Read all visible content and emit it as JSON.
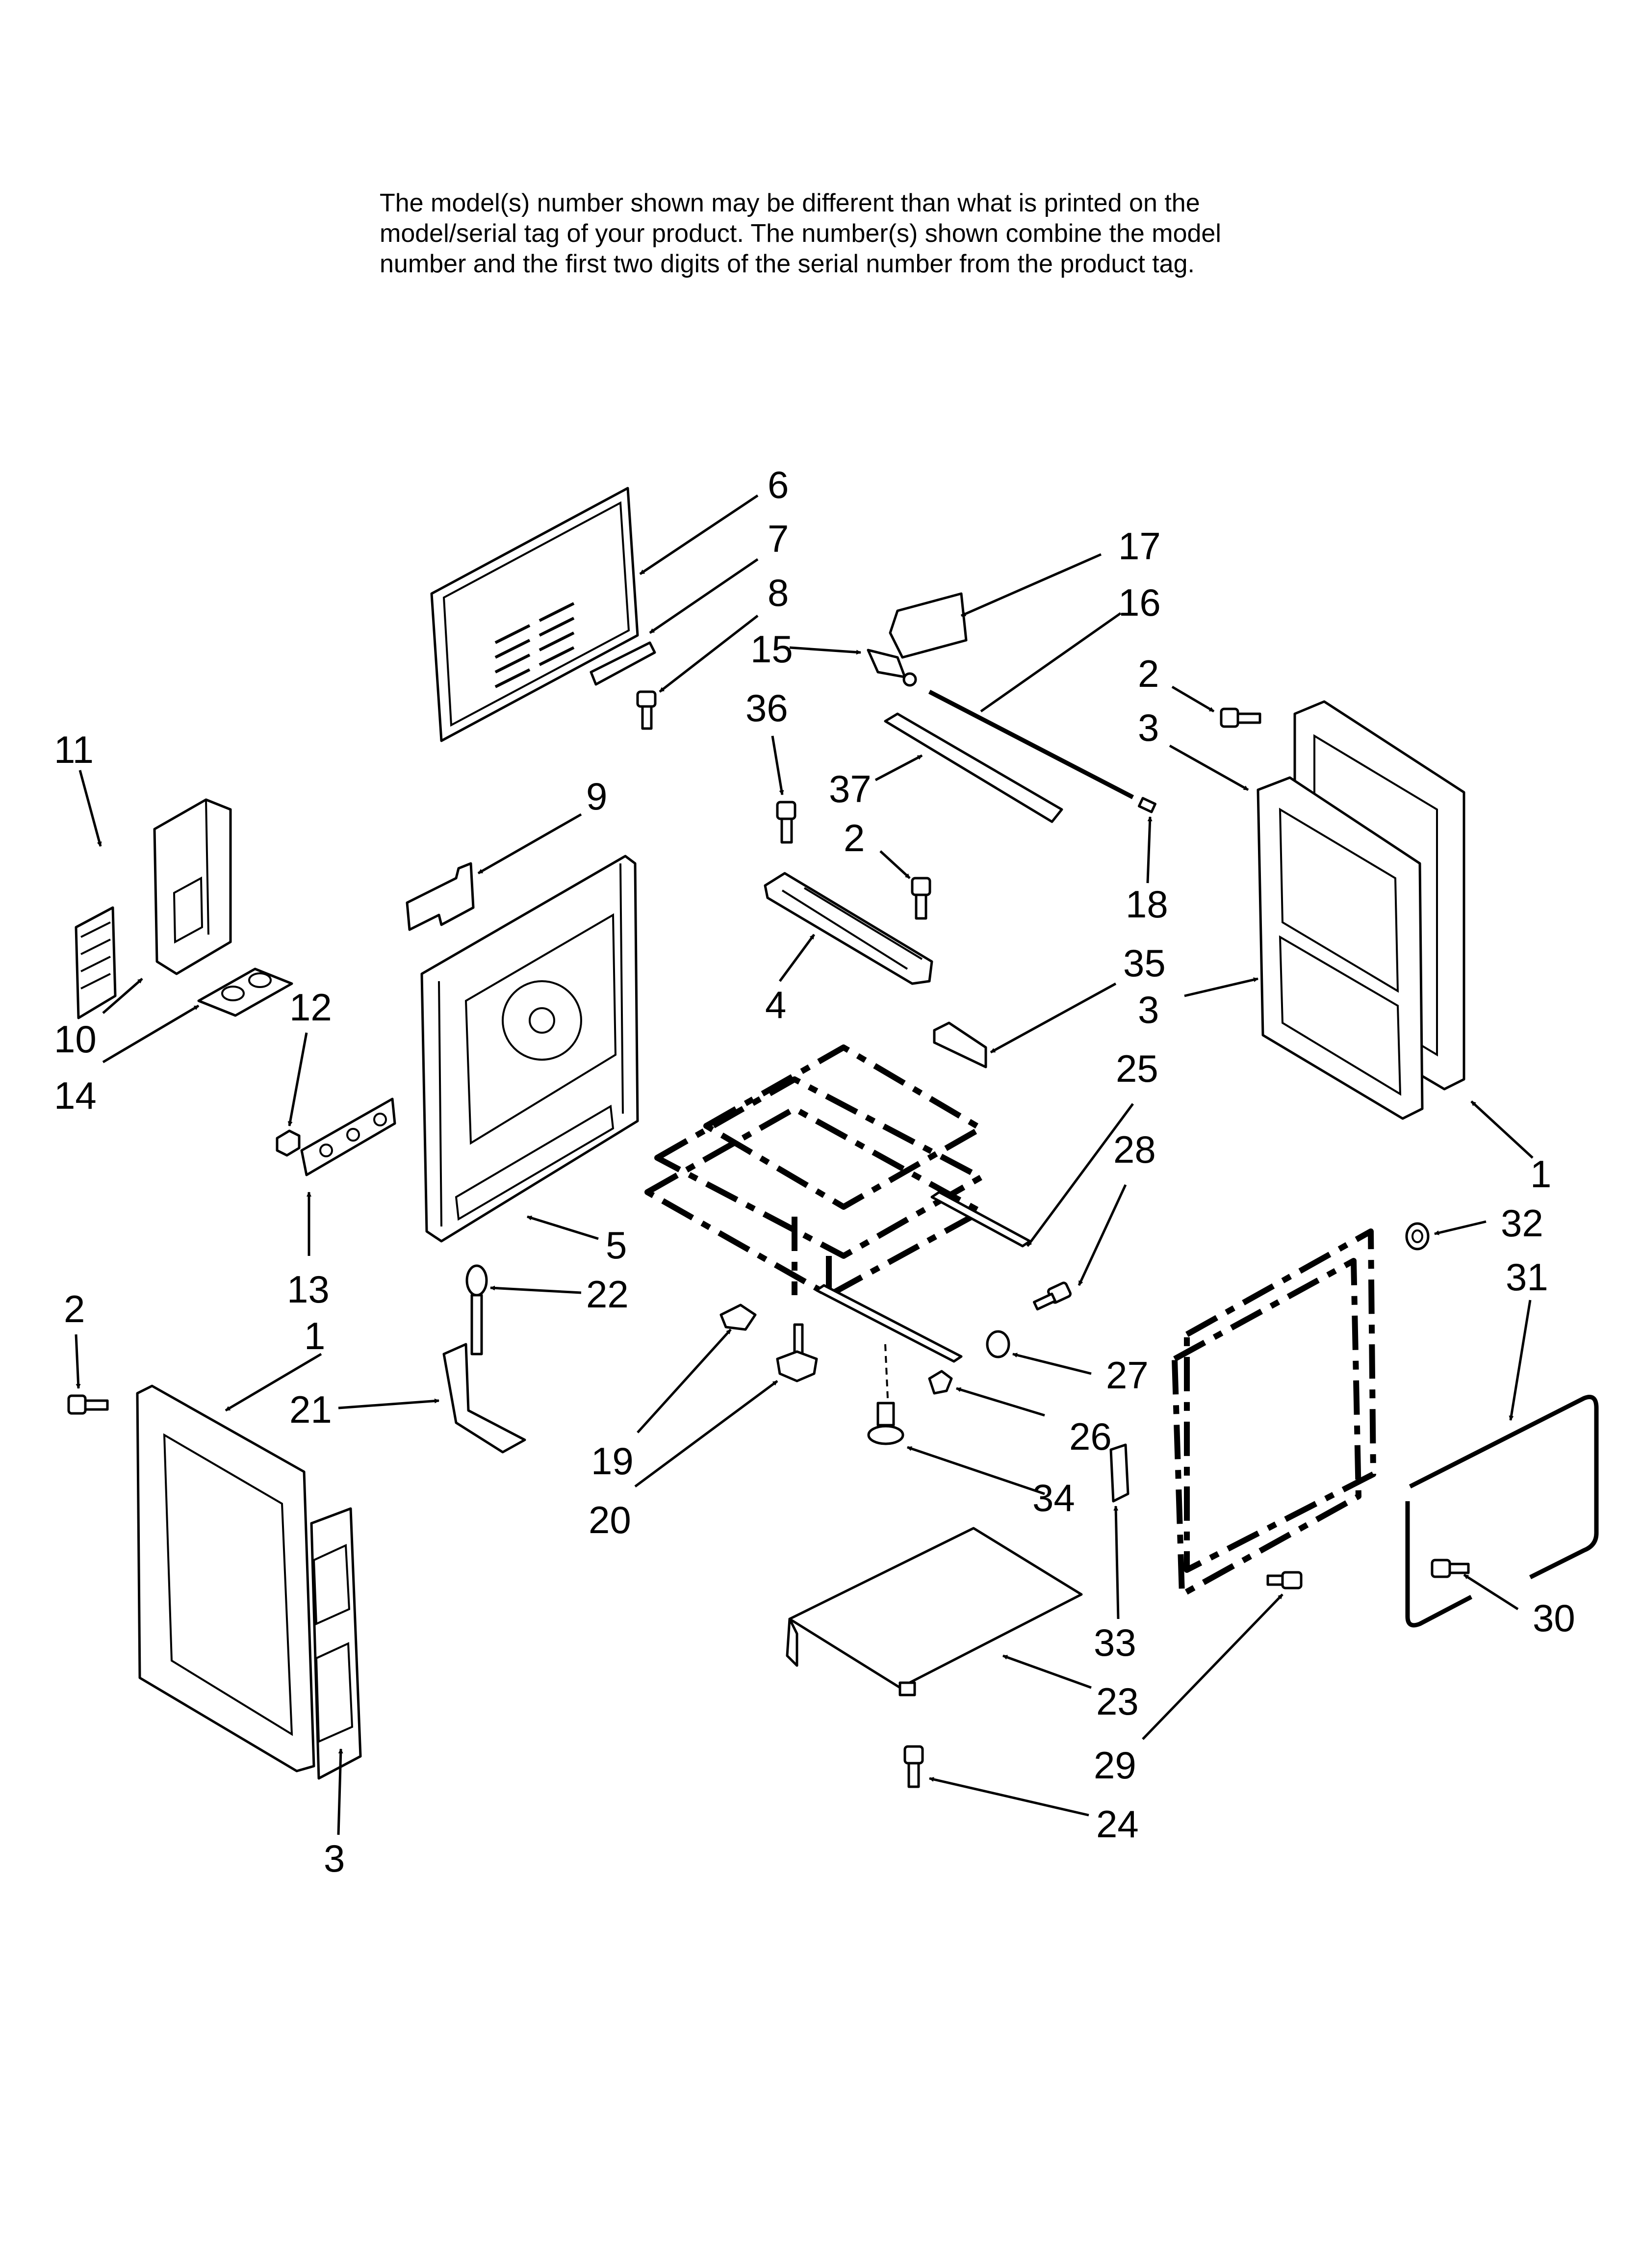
{
  "note": {
    "line1": "The model(s) number shown may be different than what is printed on the",
    "line2": "model/serial tag of your product. The number(s) shown combine the model",
    "line3": "number and the first two digits of the serial number from the product tag."
  },
  "callouts": {
    "c6": "6",
    "c7": "7",
    "c8": "8",
    "c17": "17",
    "c16": "16",
    "c15": "15",
    "c36": "36",
    "c37": "37",
    "c2a": "2",
    "c2b": "2",
    "c3a": "3",
    "c18": "18",
    "c11": "11",
    "c9": "9",
    "c10": "10",
    "c14": "14",
    "c12": "12",
    "c4": "4",
    "c35": "35",
    "c3b": "3",
    "c25": "25",
    "c28": "28",
    "c1a": "1",
    "c5": "5",
    "c32": "32",
    "c31": "31",
    "c13": "13",
    "c22": "22",
    "c2c": "2",
    "c1b": "1",
    "c21": "21",
    "c27": "27",
    "c19": "19",
    "c26": "26",
    "c34": "34",
    "c20": "20",
    "c33": "33",
    "c30": "30",
    "c23": "23",
    "c29": "29",
    "c24": "24",
    "c3c": "3"
  }
}
